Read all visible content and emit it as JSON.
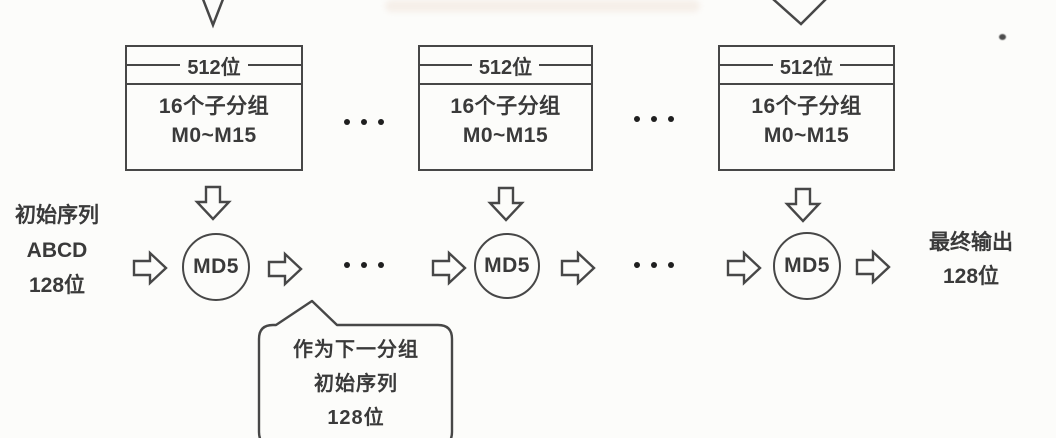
{
  "diagram_title": "MD5 hashing process flow (512-bit message blocks fed through chained MD5 compression)",
  "colors": {
    "background": "#fcfcfa",
    "line": "#474747",
    "text": "#3a3a3a",
    "dots": "#1f1f1f",
    "smear_artifact": "#eedfd4"
  },
  "blocks": [
    {
      "width_label": "512位",
      "body_line1": "16个子分组",
      "body_line2": "M0~M15"
    },
    {
      "width_label": "512位",
      "body_line1": "16个子分组",
      "body_line2": "M0~M15"
    },
    {
      "width_label": "512位",
      "body_line1": "16个子分组",
      "body_line2": "M0~M15"
    }
  ],
  "md5_units": [
    {
      "label": "MD5"
    },
    {
      "label": "MD5"
    },
    {
      "label": "MD5"
    }
  ],
  "left_label": {
    "line1": "初始序列",
    "line2": "ABCD",
    "line3": "128位"
  },
  "right_label": {
    "line1": "最终输出",
    "line2": "128位"
  },
  "callout": {
    "line1": "作为下一分组",
    "line2": "初始序列",
    "line3": "128位"
  },
  "icons": {
    "down_chevron": "down-chevron-icon (open V arrowhead entering from top, drawn as two strokes)",
    "block_down_arrow": "block-down-arrow-icon (hollow fat arrow pointing down)",
    "block_right_arrow": "block-right-arrow-icon (hollow fat arrow pointing right)",
    "ellipsis": "ellipsis-icon (three dots indicating repeated blocks/rounds)",
    "callout_bubble": "speech-bubble outline with tail pointing up",
    "cursor_dot": "small stray dot artifact near top right"
  }
}
